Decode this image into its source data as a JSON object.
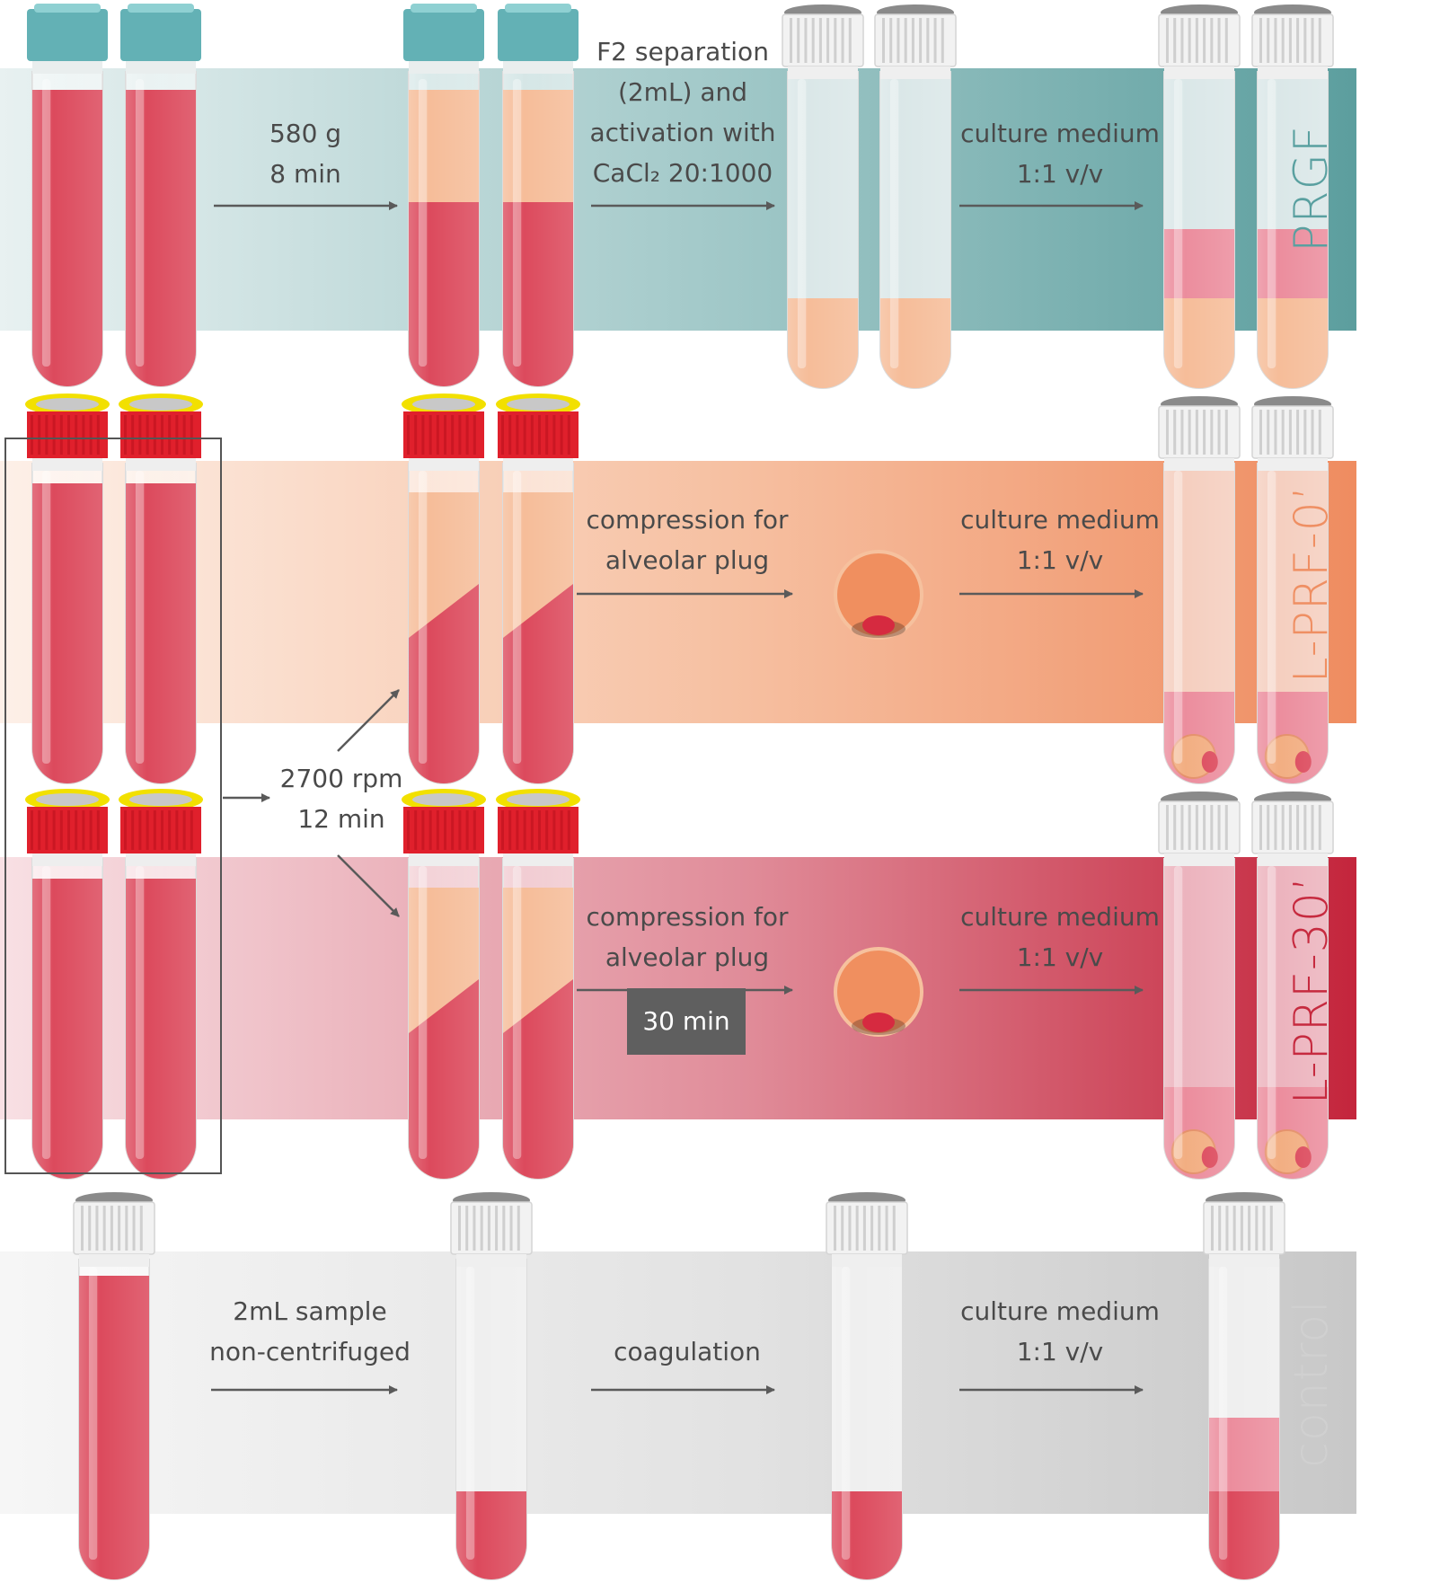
{
  "rows": {
    "prgf": {
      "name": "PRGF",
      "color": "#5aa0a0",
      "step1": [
        "580 g",
        "8 min"
      ],
      "step2": [
        "F2 separation",
        "(2mL) and",
        "activation with",
        "CaCl₂ 20:1000"
      ],
      "step3": [
        "culture medium",
        "1:1 v/v"
      ]
    },
    "lprf0": {
      "name": "L-PRF-0’",
      "color": "#ef8f63",
      "step2": [
        "compression for",
        "alveolar plug"
      ],
      "step3": [
        "culture medium",
        "1:1 v/v"
      ]
    },
    "lprf30": {
      "name": "L-PRF-30’",
      "color": "#c62a3f",
      "step2": [
        "compression for",
        "alveolar plug"
      ],
      "time_box": "30 min",
      "step3": [
        "culture medium",
        "1:1 v/v"
      ]
    },
    "control": {
      "name": "control",
      "color": "#d0d0d0",
      "step1": [
        "2mL sample",
        "non-centrifuged"
      ],
      "step2": [
        "coagulation"
      ],
      "step3": [
        "culture medium",
        "1:1 v/v"
      ]
    }
  },
  "lprf_shared_step": [
    "2700 rpm",
    "12 min"
  ],
  "colors": {
    "blood": "#d62a40",
    "plasma": "#f4b187",
    "prgf_cap": "#63b1b5",
    "lprf_cap": "#e0202c",
    "lprf_cap_rim": "#f2e000",
    "white_cap": "#f2f2f2",
    "pink_medium": "#e8798c",
    "arrow": "#5a5a5a"
  }
}
